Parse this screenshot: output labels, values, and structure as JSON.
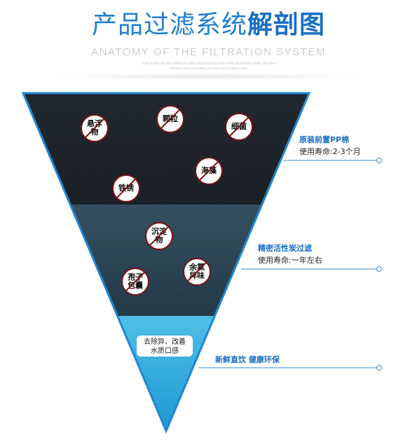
{
  "header": {
    "title_normal": "产品过滤系统",
    "title_bold": "解剖图",
    "subtitle": "ANATOMY OF THE FILTRATION SYSTEM",
    "fine_line_1": "High quality filtration efficient safety ensuring you less more clean/High quality filtration",
    "fine_line_2": "efficient safety ensuring you less more clean water"
  },
  "contaminants": [
    {
      "label": "悬浮\n物"
    },
    {
      "label": "颗粒"
    },
    {
      "label": "细菌"
    },
    {
      "label": "海藻"
    },
    {
      "label": "铁锈"
    },
    {
      "label": "沉淀\n物"
    },
    {
      "label": "余氯\n异味"
    },
    {
      "label": "孢子\n包囊"
    }
  ],
  "layers": [
    {
      "name": "原装前置PP棉",
      "detail": "使用寿命:2-3个月"
    },
    {
      "name": "精密活性炭过滤",
      "detail": "使用寿命:一年左右"
    },
    {
      "name": "新鲜直饮 健康环保",
      "detail": ""
    }
  ],
  "effect_box": "去除异、改善\n水质口感",
  "colors": {
    "title_blue": "#1f7fd2",
    "layer1_dark": "#1a2028",
    "layer2_slate": "#2d4656",
    "layer3_aqua": "#2aa6d8",
    "triangle_border": "#1f85d4",
    "badge_red": "#7a0f14"
  }
}
